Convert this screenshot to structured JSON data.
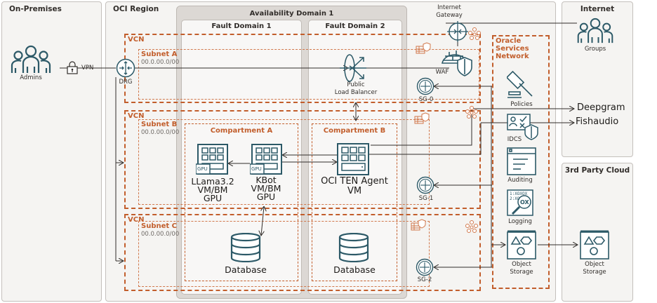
{
  "zones": {
    "on_premises": "On-Premises",
    "oci_region": "OCI Region",
    "internet": "Internet",
    "third_party_cloud": "3rd Party Cloud",
    "availability_domain": "Availability Domain 1",
    "fault_domain_1": "Fault Domain 1",
    "fault_domain_2": "Fault Domain 2",
    "oracle_services_network": [
      "Oracle",
      "Services",
      "Network"
    ]
  },
  "vcns": [
    {
      "label": "VCN",
      "subnet": "Subnet A",
      "cidr": "00.0.00.0/00"
    },
    {
      "label": "VCN",
      "subnet": "Subnet B",
      "cidr": "00.0.00.0/00"
    },
    {
      "label": "VCN",
      "subnet": "Subnet C",
      "cidr": "00.0.00.0/00"
    }
  ],
  "compartments": {
    "a": "Compartment A",
    "b": "Compartment B"
  },
  "nodes": {
    "admins": "Admins",
    "vpn": "VPN",
    "drg": "DRG",
    "internet_gateway": [
      "Internet",
      "Gateway"
    ],
    "waf": "WAF",
    "load_balancer": [
      "Public",
      "Load Balancer"
    ],
    "sg0": "SG-0",
    "sg1": "SG-1",
    "sg2": "SG-2",
    "groups": "Groups",
    "llama": [
      "LLama3.2",
      "VM/BM",
      "GPU"
    ],
    "kbot": [
      "KBot",
      "VM/BM",
      "GPU"
    ],
    "gpu_badge": "GPU",
    "ten_agent": [
      "OCI TEN Agent",
      "VM"
    ],
    "database_a": "Database",
    "database_b": "Database",
    "policies": "Policies",
    "idcs": "IDCS",
    "auditing": "Auditing",
    "logging": "Logging",
    "logging_glyph": [
      "1:XOXOX",
      "2:XO"
    ],
    "object_storage_oci": [
      "Object",
      "Storage"
    ],
    "object_storage_3p": [
      "Object",
      "Storage"
    ]
  },
  "external": {
    "deepgram": "Deepgram",
    "fishaudio": "Fishaudio"
  },
  "colors": {
    "teal": "#2c5967",
    "orange": "#c25e2c",
    "wire": "#312d2a"
  }
}
